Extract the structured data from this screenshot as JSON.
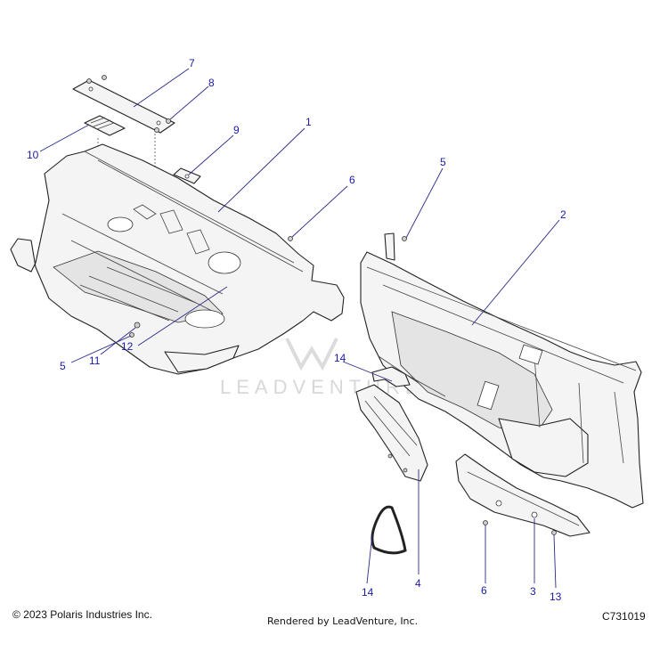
{
  "watermark": "LEADVENTURE",
  "callouts": [
    {
      "id": "c1",
      "label": "1"
    },
    {
      "id": "c2",
      "label": "2"
    },
    {
      "id": "c3",
      "label": "3"
    },
    {
      "id": "c4",
      "label": "4"
    },
    {
      "id": "c5a",
      "label": "5"
    },
    {
      "id": "c5b",
      "label": "5"
    },
    {
      "id": "c6a",
      "label": "6"
    },
    {
      "id": "c6b",
      "label": "6"
    },
    {
      "id": "c7",
      "label": "7"
    },
    {
      "id": "c8",
      "label": "8"
    },
    {
      "id": "c9",
      "label": "9"
    },
    {
      "id": "c10",
      "label": "10"
    },
    {
      "id": "c11",
      "label": "11"
    },
    {
      "id": "c12",
      "label": "12"
    },
    {
      "id": "c13",
      "label": "13"
    },
    {
      "id": "c14a",
      "label": "14"
    },
    {
      "id": "c14b",
      "label": "14"
    }
  ],
  "footer": {
    "copyright": "© 2023 Polaris Industries Inc.",
    "rendered_by": "Rendered by LeadVenture, Inc.",
    "diagram_code": "C731019"
  },
  "colors": {
    "callout": "#1a1aa6",
    "line": "#222222",
    "fill": "#f4f4f4"
  }
}
